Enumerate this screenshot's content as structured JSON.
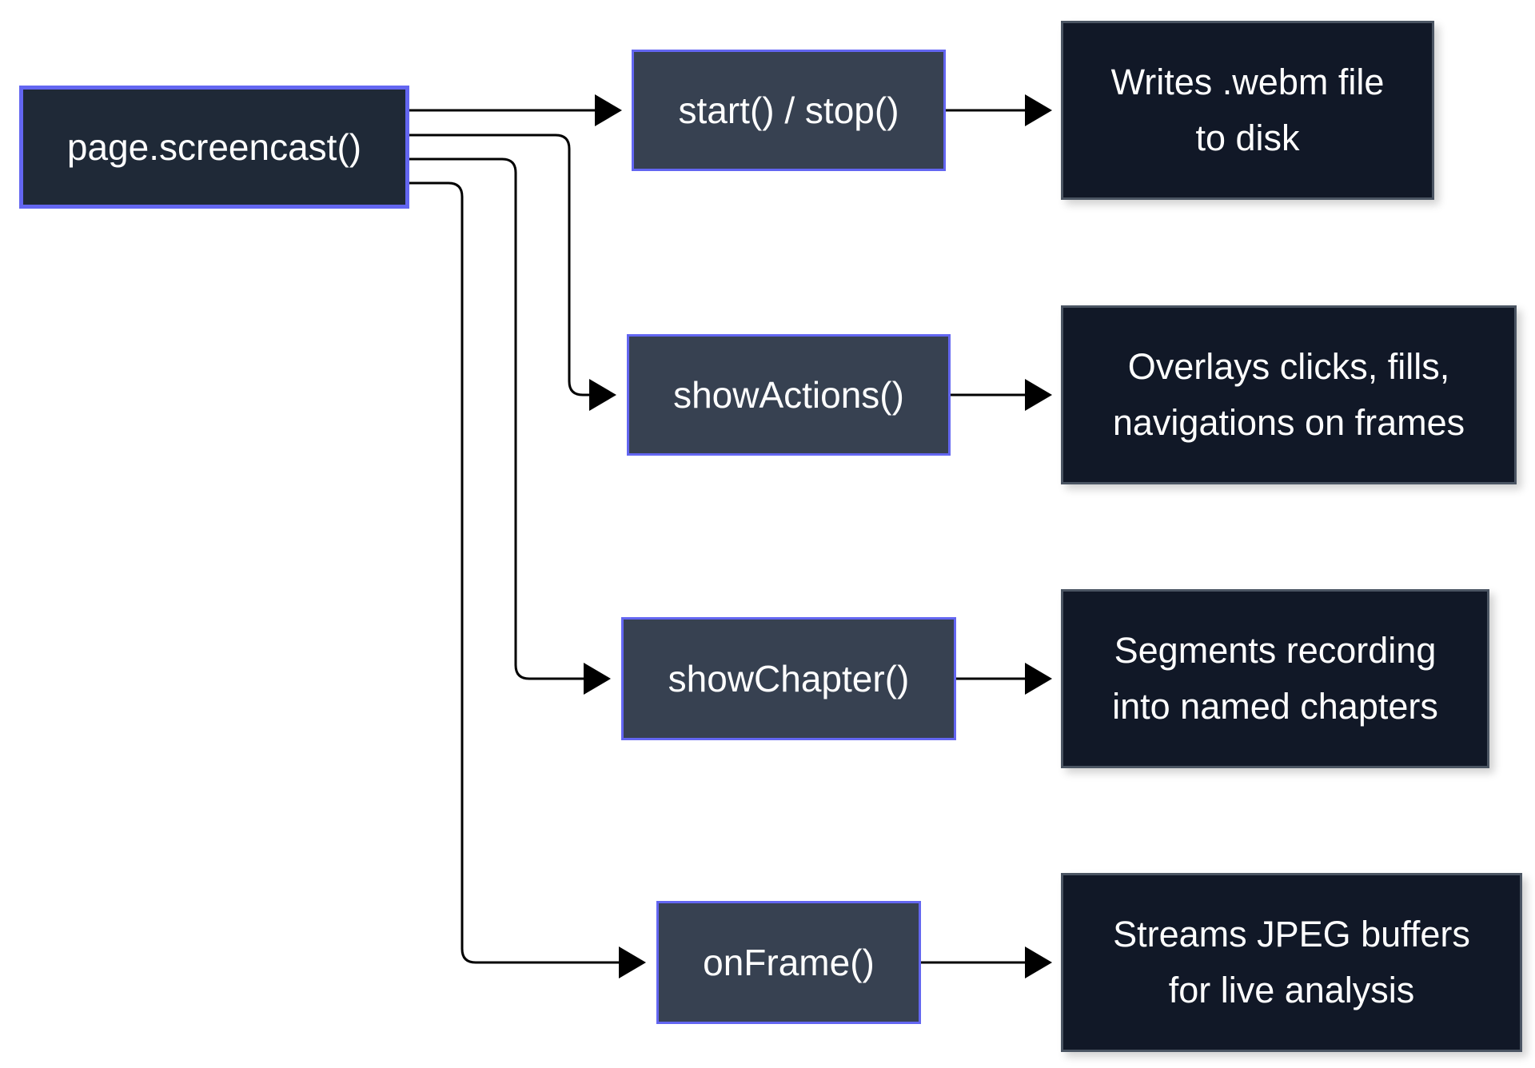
{
  "diagram": {
    "root": {
      "label": "page.screencast()"
    },
    "methods": [
      {
        "label": "start() / stop()"
      },
      {
        "label": "showActions()"
      },
      {
        "label": "showChapter()"
      },
      {
        "label": "onFrame()"
      }
    ],
    "outcomes": [
      {
        "text": "Writes .webm file\nto disk"
      },
      {
        "text": "Overlays clicks, fills,\nnavigations on frames"
      },
      {
        "text": "Segments recording\ninto named chapters"
      },
      {
        "text": "Streams JPEG buffers\nfor live analysis"
      }
    ],
    "colors": {
      "root_fill": "#1f2937",
      "method_fill": "#374151",
      "outcome_fill": "#111827",
      "accent_border": "#6366f1",
      "outcome_border": "#4b5563",
      "edge": "#000000"
    }
  }
}
